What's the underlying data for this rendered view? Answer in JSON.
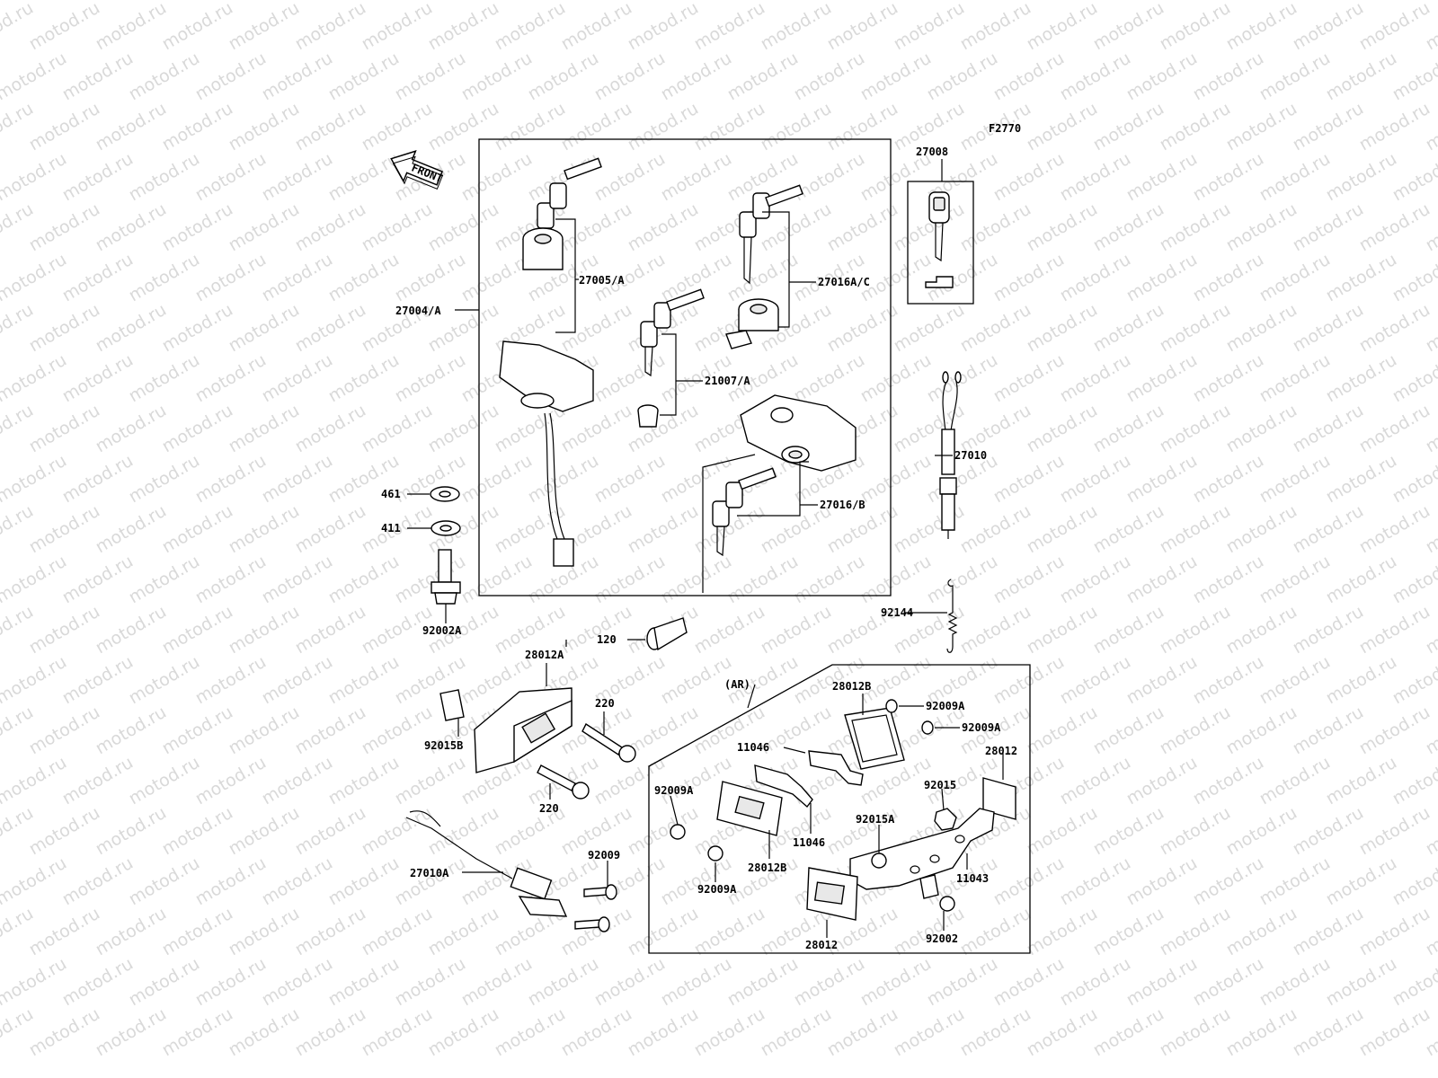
{
  "watermark": "motod.ru",
  "figure_code": "F2770",
  "front_label": "FRONT",
  "group_label": "(AR)",
  "labels": {
    "l27008": "27008",
    "l27005": "27005/A",
    "l27016ac": "27016A/C",
    "l27004": "27004/A",
    "l21007": "21007/A",
    "l27010": "27010",
    "l461": "461",
    "l411": "411",
    "l27016b": "27016/B",
    "l92002a": "92002A",
    "l120": "120",
    "l92144": "92144",
    "l28012a": "28012A",
    "l220a": "220",
    "l92015b": "92015B",
    "l220b": "220",
    "l28012b_top": "28012B",
    "l92009a_1": "92009A",
    "l92009a_2": "92009A",
    "l11046_1": "11046",
    "l28012_r": "28012",
    "l92015": "92015",
    "l92009a_3": "92009A",
    "l92015a": "92015A",
    "l11046_2": "11046",
    "l28012b_bot": "28012B",
    "l92009a_4": "92009A",
    "l11043": "11043",
    "l27010a": "27010A",
    "l92009": "92009",
    "l28012_b": "28012",
    "l92002": "92002"
  }
}
